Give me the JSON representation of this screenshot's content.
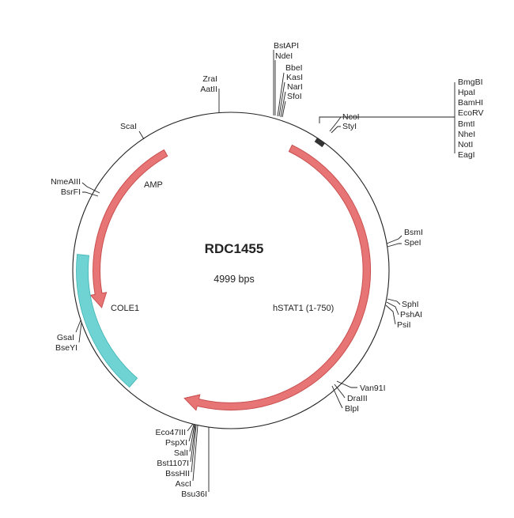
{
  "plasmid": {
    "name": "RDC1455",
    "size_label": "4999 bps"
  },
  "colors": {
    "backbone": "#222222",
    "arrow_feature": "#e87575",
    "arrow_feature_stroke": "#c94f4f",
    "ori_feature": "#6fd3d3",
    "ori_feature_stroke": "#3fb3b3",
    "marker": "#333333"
  },
  "features": [
    {
      "id": "hstat1",
      "label": "hSTAT1 (1-750)",
      "type": "arrow",
      "start_deg": 26,
      "end_deg": 200,
      "direction": "cw"
    },
    {
      "id": "amp",
      "label": "AMP",
      "type": "arrow",
      "start_deg": 331,
      "end_deg": 254,
      "direction": "ccw"
    },
    {
      "id": "cole1",
      "label": "COLE1",
      "type": "block",
      "start_deg": 221,
      "end_deg": 276
    }
  ],
  "site_groups": [
    {
      "id": "bstapi",
      "side": "right",
      "labels": [
        "BstAPI",
        "NdeI",
        "BbeI",
        "KasI",
        "NarI",
        "SfoI"
      ]
    },
    {
      "id": "zrai",
      "side": "left",
      "labels": [
        "ZraI",
        "AatII"
      ]
    },
    {
      "id": "bmgbi",
      "side": "right",
      "labels": [
        "BmgBI",
        "HpaI",
        "BamHI",
        "EcoRV",
        "BmtI",
        "NheI",
        "NotI",
        "EagI"
      ]
    },
    {
      "id": "ncoi",
      "side": "right",
      "labels": [
        "NcoI",
        "StyI"
      ]
    },
    {
      "id": "scai",
      "side": "left",
      "labels": [
        "ScaI"
      ]
    },
    {
      "id": "nmeaiii",
      "side": "left",
      "labels": [
        "NmeAIII",
        "BsrFI"
      ]
    },
    {
      "id": "bsmi",
      "side": "right",
      "labels": [
        "BsmI",
        "SpeI"
      ]
    },
    {
      "id": "sphi",
      "side": "right",
      "labels": [
        "SphI",
        "PshAI",
        "PsiI"
      ]
    },
    {
      "id": "van91i",
      "side": "right",
      "labels": [
        "Van91I",
        "DraIII",
        "BlpI"
      ]
    },
    {
      "id": "gsai",
      "side": "left",
      "labels": [
        "GsaI",
        "BseYI"
      ]
    },
    {
      "id": "eco47iii",
      "side": "left",
      "labels": [
        "Eco47III",
        "PspXI",
        "SalI",
        "Bst1107I",
        "BssHII",
        "AscI",
        "Bsu36I"
      ]
    }
  ]
}
